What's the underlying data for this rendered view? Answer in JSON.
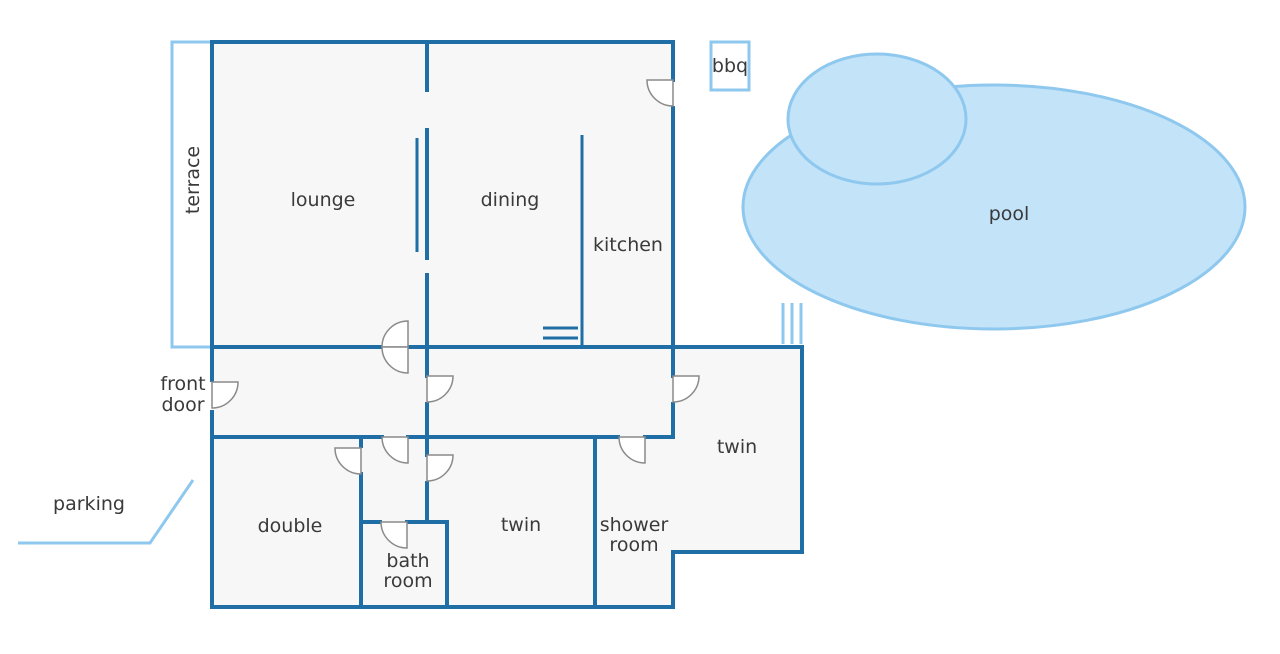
{
  "rooms": {
    "lounge": "lounge",
    "dining": "dining",
    "kitchen": "kitchen",
    "terrace": "terrace",
    "bbq": "bbq",
    "pool": "pool",
    "front_door_line1": "front",
    "front_door_line2": "door",
    "parking": "parking",
    "double": "double",
    "bath_room_line1": "bath",
    "bath_room_line2": "room",
    "twin_middle": "twin",
    "shower_room_line1": "shower",
    "shower_room_line2": "room",
    "twin_right": "twin"
  },
  "colors": {
    "wall": "#1f6fa6",
    "exterior": "#8fc8ee",
    "pool": "#c2e3f8",
    "floor": "#f7f7f7"
  }
}
